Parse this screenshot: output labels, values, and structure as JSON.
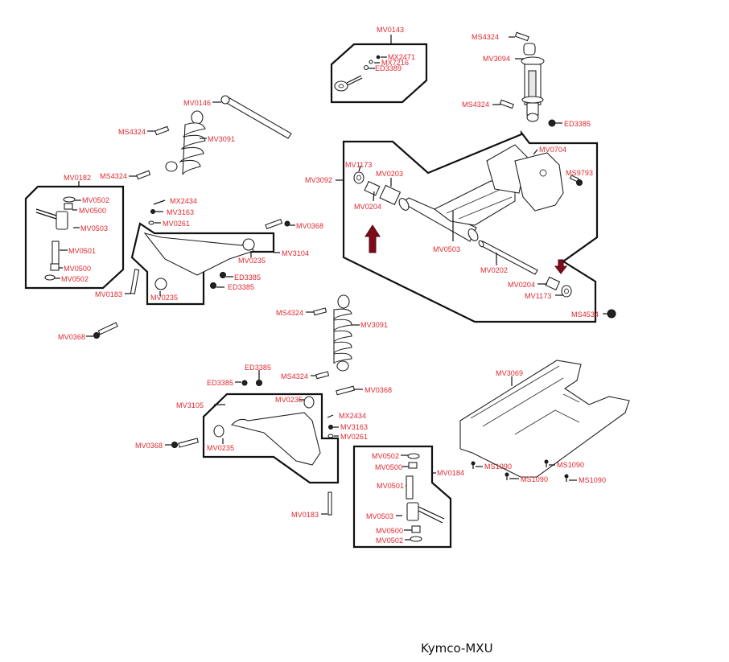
{
  "caption": "Kymco-MXU",
  "accent_colors": {
    "label": "#e0262e",
    "arrow": "#7a0d1a"
  },
  "groups": {
    "mv0143": {
      "title": "MV0143",
      "parts": [
        "MX2471",
        "MX7216",
        "ED3389"
      ]
    },
    "rear_shock": {
      "parts": [
        "MS4324",
        "MV3094",
        "MS4324",
        "ED3385"
      ]
    },
    "swingarm": {
      "title": "MV3092",
      "parts": [
        "MV1173",
        "MV0203",
        "MV0204",
        "MV0704",
        "MS9793",
        "MV0503",
        "MV0202",
        "MV0204",
        "MV1173"
      ],
      "extra": "MS4534"
    },
    "front_shock_upper": {
      "parts": [
        "MV0146",
        "MS4324",
        "MV3091",
        "MS4324"
      ]
    },
    "knuckle_left": {
      "title": "MV0182",
      "parts": [
        "MV0502",
        "MV0500",
        "MV0503",
        "MV0501",
        "MV0500",
        "MV0502"
      ]
    },
    "upper_arm_left": {
      "title": "MV3104",
      "parts": [
        "MX2434",
        "MV3163",
        "MV0261",
        "MV0368",
        "MV0235",
        "ED3385",
        "ED3385",
        "MV0235",
        "MV0183"
      ]
    },
    "loose_left": {
      "parts": [
        "MV0368"
      ]
    },
    "front_shock_lower": {
      "parts": [
        "MS4324",
        "MV3091",
        "MS4324"
      ]
    },
    "lower_arm": {
      "title": "MV3105",
      "parts": [
        "ED3385",
        "ED3385",
        "MV0368",
        "MV0235",
        "MX2434",
        "MV3163",
        "MV0261",
        "MV0368",
        "MV0235",
        "MV0183"
      ]
    },
    "knuckle_right": {
      "title": "MV0184",
      "parts": [
        "MV0502",
        "MV0500",
        "MV0501",
        "MV0503",
        "MV0500",
        "MV0502"
      ]
    },
    "skid_plate": {
      "title": "MV3069",
      "parts": [
        "MS1090",
        "MS1090",
        "MS1090",
        "MS1090"
      ]
    }
  },
  "highlight_arrows": [
    {
      "direction": "up",
      "points_to": "MV0204"
    },
    {
      "direction": "down",
      "points_to": "MV0204"
    }
  ]
}
